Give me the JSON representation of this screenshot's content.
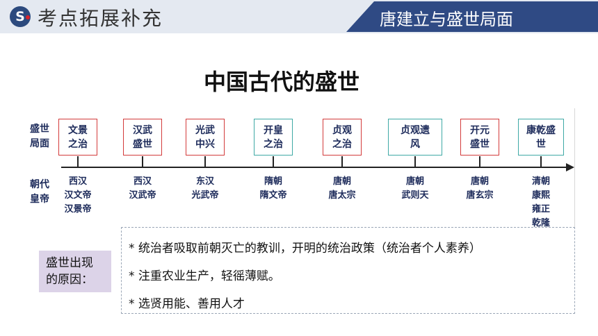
{
  "header": {
    "logo_letter": "S",
    "title": "考点拓展补充",
    "banner": "唐建立与盛世局面"
  },
  "main_title": "中国古代的盛世",
  "timeline": {
    "row_label_top": "盛世\n局面",
    "row_label_bottom": "朝代\n皇帝",
    "events": [
      {
        "label": "文景\n之治",
        "dynasty": "西汉\n汉文帝\n汉景帝",
        "border": "#d33a3a"
      },
      {
        "label": "汉武\n盛世",
        "dynasty": "西汉\n汉武帝",
        "border": "#d33a3a"
      },
      {
        "label": "光武\n中兴",
        "dynasty": "东汉\n光武帝",
        "border": "#d33a3a"
      },
      {
        "label": "开皇\n之治",
        "dynasty": "隋朝\n隋文帝",
        "border": "#3ea9a5"
      },
      {
        "label": "贞观\n之治",
        "dynasty": "唐朝\n唐太宗",
        "border": "#d33a3a"
      },
      {
        "label": "贞观遗\n风",
        "dynasty": "唐朝\n武则天",
        "border": "#3ea9a5"
      },
      {
        "label": "开元\n盛世",
        "dynasty": "唐朝\n唐玄宗",
        "border": "#d33a3a"
      },
      {
        "label": "康乾盛\n世",
        "dynasty": "清朝\n康熙\n雍正\n乾隆",
        "border": "#3ea9a5"
      }
    ]
  },
  "reasons": {
    "label": "盛世出现\n的原因：",
    "items": [
      "* 统治者吸取前朝灭亡的教训，开明的统治政策（统治者个人素养）",
      "* 注重农业生产，轻徭薄赋。",
      "* 选贤用能、善用人才"
    ]
  }
}
